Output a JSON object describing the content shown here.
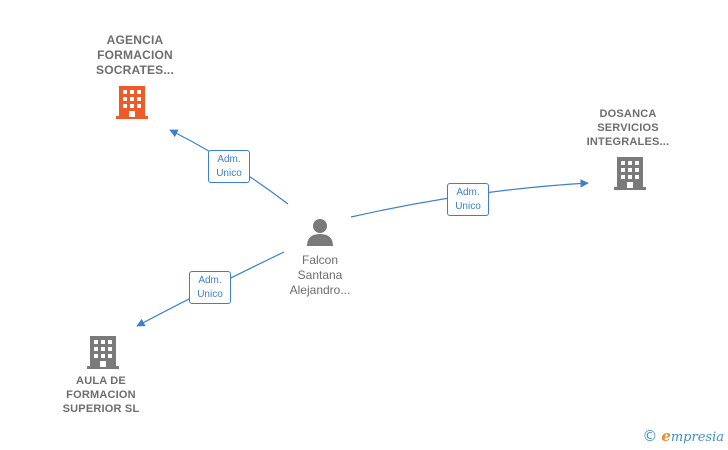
{
  "nodes": {
    "center_person": {
      "icon": "person-icon",
      "name_lines": [
        "Falcon",
        "Santana",
        "Alejandro..."
      ]
    },
    "company_top_left": {
      "icon": "building-icon",
      "color": "#f05a28",
      "name_lines": [
        "AGENCIA",
        "FORMACION",
        "SOCRATES..."
      ]
    },
    "company_right": {
      "icon": "building-icon",
      "color": "#7a7a7a",
      "name_lines": [
        "DOSANCA",
        "SERVICIOS",
        "INTEGRALES..."
      ]
    },
    "company_bottom_left": {
      "icon": "building-icon",
      "color": "#7a7a7a",
      "name_lines": [
        "AULA DE",
        "FORMACION",
        "SUPERIOR  SL"
      ]
    }
  },
  "edges": [
    {
      "from": "center_person",
      "to": "company_top_left",
      "label_lines": [
        "Adm.",
        "Unico"
      ]
    },
    {
      "from": "center_person",
      "to": "company_right",
      "label_lines": [
        "Adm.",
        "Unico"
      ]
    },
    {
      "from": "center_person",
      "to": "company_bottom_left",
      "label_lines": [
        "Adm.",
        "Unico"
      ]
    }
  ],
  "colors": {
    "edge": "#3b7fd4",
    "person": "#7a7a7a",
    "label_text": "#6d6d6d"
  },
  "footer": {
    "copyright_symbol": "©",
    "brand_initial": "e",
    "brand_rest": "mpresia"
  }
}
